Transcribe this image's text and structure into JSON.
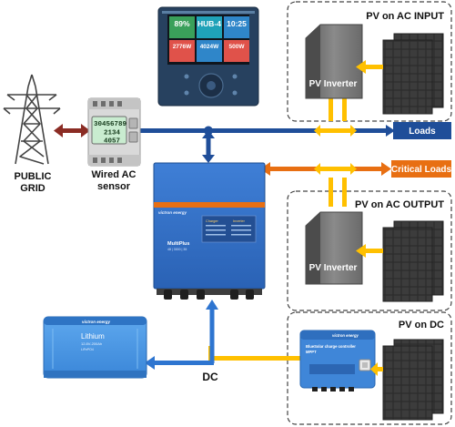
{
  "labels": {
    "public_grid": [
      "PUBLIC",
      "GRID"
    ],
    "ac_sensor": [
      "Wired AC",
      "sensor"
    ],
    "loads": "Loads",
    "critical_loads": "Critical Loads",
    "dc": "DC",
    "pv_ac_input": "PV on AC INPUT",
    "pv_ac_output": "PV on AC OUTPUT",
    "pv_dc": "PV on DC",
    "pv_inverter": "PV Inverter"
  },
  "sensor_display": [
    "30456789",
    "2134",
    "4057"
  ],
  "gx_panel": {
    "cells": [
      "89%",
      "HUB-4",
      "10:25",
      "2776W",
      "4024W",
      "500W"
    ],
    "cell_colors": [
      "#3aa05a",
      "#1fa2b8",
      "#2f86c9",
      "#e0524a",
      "#2f86c9",
      "#e0524a"
    ]
  },
  "multiplus": {
    "brand": "victron energy",
    "name": "MultiPlus",
    "model": "48 | 3000 | 35",
    "status_left": "Charger",
    "status_right": "Inverter"
  },
  "battery": {
    "brand": "victron energy",
    "title": "Lithium",
    "spec": "12.8V-200Ah",
    "sub": "LiFePO4"
  },
  "mppt": {
    "brand": "victron energy",
    "title": "BlueSolar charge controller",
    "sub": "MPPT"
  },
  "colors": {
    "blue_line": "#1f4e99",
    "orange_line": "#e86f12",
    "yellow_line": "#ffc000",
    "dc_blue": "#2e75d0",
    "grid_arrow": "#8b2c24",
    "tag_navy": "#1f4e99",
    "tag_orange": "#e86f12"
  }
}
